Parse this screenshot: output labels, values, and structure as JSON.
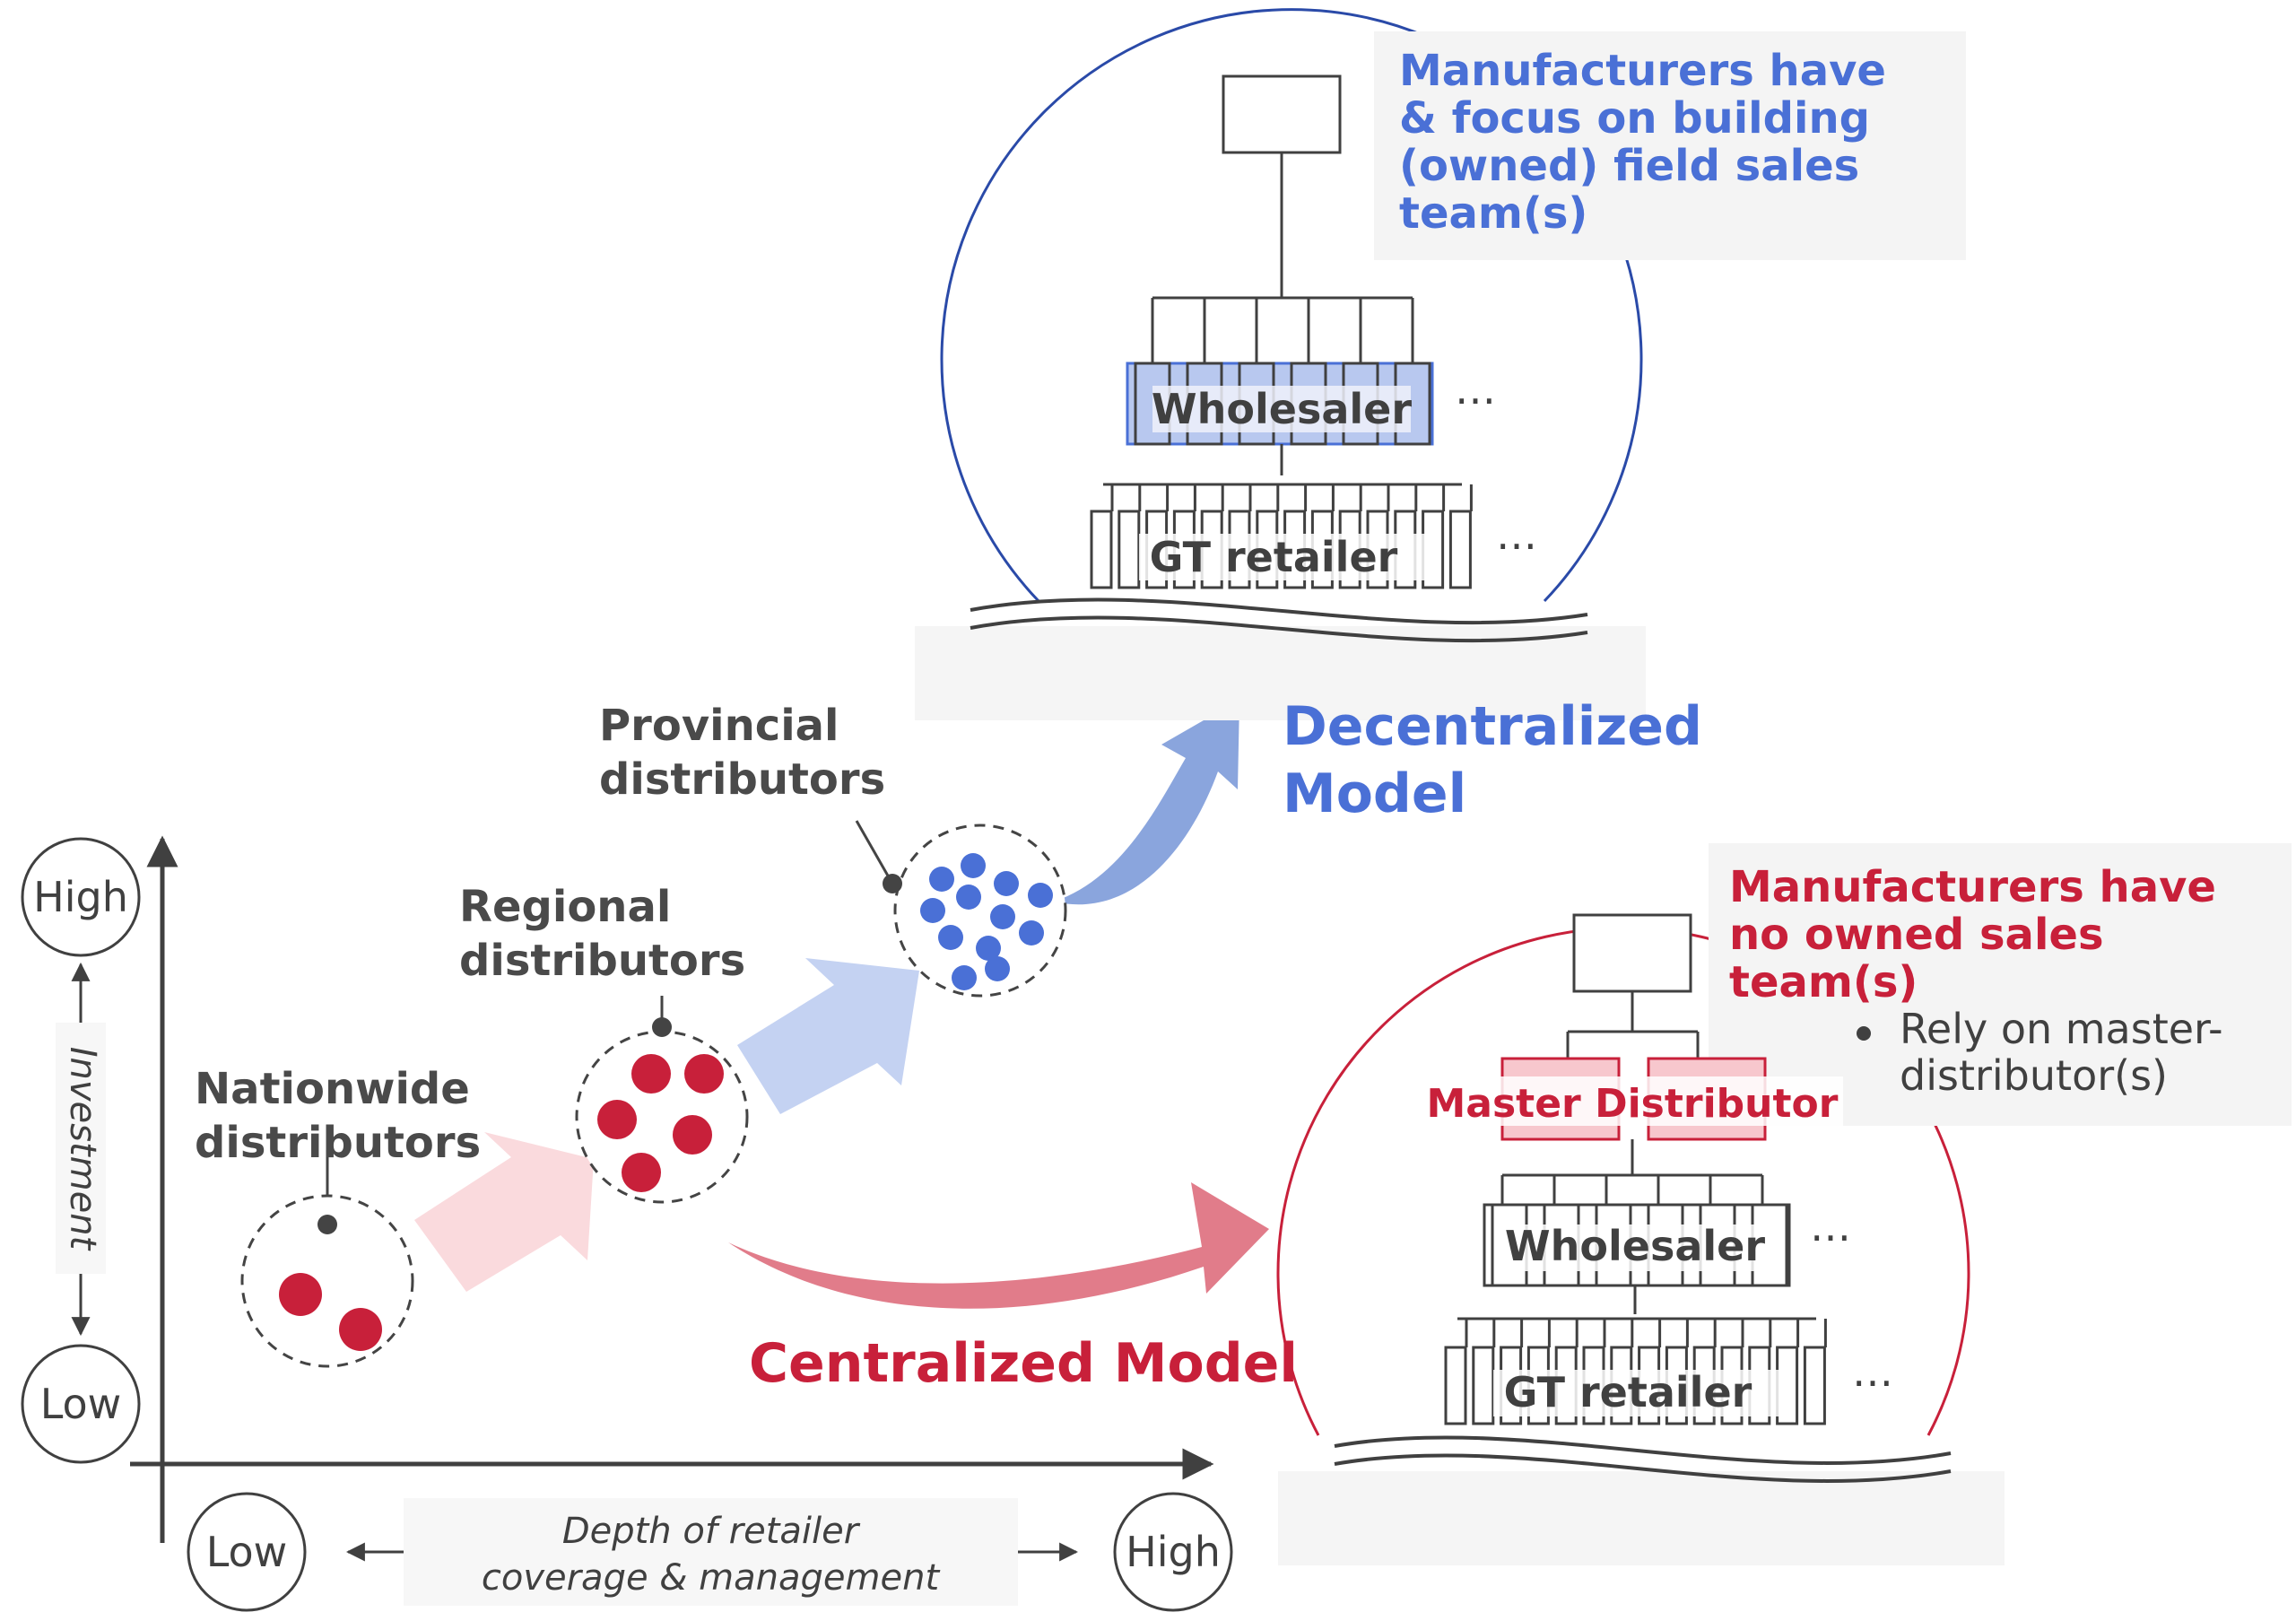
{
  "axes": {
    "y_title": "Investment",
    "y_high": "High",
    "y_low": "Low",
    "x_title_line1": "Depth of retailer",
    "x_title_line2": "coverage & management",
    "x_low": "Low",
    "x_high": "High"
  },
  "stages": {
    "nationwide_line1": "Nationwide",
    "nationwide_line2": "distributors",
    "regional_line1": "Regional",
    "regional_line2": "distributors",
    "provincial_line1": "Provincial",
    "provincial_line2": "distributors"
  },
  "decentralized": {
    "title_line1": "Decentralized",
    "title_line2": "Model",
    "note_line1": "Manufacturers have",
    "note_line2": "& focus on building",
    "note_line3": "(owned) field sales",
    "note_line4": "team(s)",
    "wholesaler_label": "Wholesaler",
    "retailer_label": "GT retailer",
    "ellipsis": "…"
  },
  "centralized": {
    "title": "Centralized Model",
    "note_line1": "Manufacturers have",
    "note_line2": "no owned sales",
    "note_line3": "team(s)",
    "bullet_line1": "Rely on master-",
    "bullet_line2": "distributor(s)",
    "master_label": "Master Distributor",
    "wholesaler_label": "Wholesaler",
    "retailer_label": "GT retailer",
    "ellipsis": "…"
  },
  "colors": {
    "blue": "#4a70d6",
    "dark_blue": "#2a4aa8",
    "red": "#c8203a",
    "grey_text": "#4a4a4a"
  }
}
